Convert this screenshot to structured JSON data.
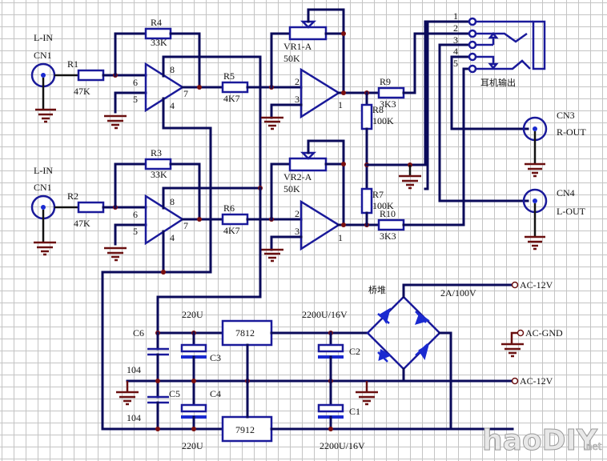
{
  "schematic": {
    "inputs": [
      {
        "net": "L-IN",
        "connector": "CN1"
      },
      {
        "net": "L-IN",
        "connector": "CN1"
      }
    ],
    "resistors": {
      "R1": {
        "label": "R1",
        "value": "47K"
      },
      "R2": {
        "label": "R2",
        "value": "47K"
      },
      "R3": {
        "label": "R3",
        "value": "33K"
      },
      "R4": {
        "label": "R4",
        "value": "33K"
      },
      "R5": {
        "label": "R5",
        "value": "4K7"
      },
      "R6": {
        "label": "R6",
        "value": "4K7"
      },
      "R7": {
        "label": "R7",
        "value": "100K"
      },
      "R8": {
        "label": "R8",
        "value": "100K"
      },
      "R9": {
        "label": "R9",
        "value": "3K3"
      },
      "R10": {
        "label": "R10",
        "value": "3K3"
      }
    },
    "pots": {
      "VR1": {
        "label": "VR1-A",
        "value": "50K"
      },
      "VR2": {
        "label": "VR2-A",
        "value": "50K"
      }
    },
    "opamp_pins": {
      "first_stage": [
        "8",
        "6",
        "5",
        "7",
        "4"
      ],
      "second_stage": [
        "2",
        "3",
        "1"
      ]
    },
    "jack": {
      "pins": [
        "1",
        "2",
        "3",
        "4",
        "5"
      ],
      "label": "耳机输出"
    },
    "outputs": [
      {
        "connector": "CN3",
        "net": "R-OUT"
      },
      {
        "connector": "CN4",
        "net": "L-OUT"
      }
    ],
    "power": {
      "regulators": [
        "7812",
        "7912"
      ],
      "capacitors": {
        "C1": {
          "label": "C1",
          "value": "2200U/16V"
        },
        "C2": {
          "label": "C2",
          "value": "2200U/16V"
        },
        "C3": {
          "label": "C3",
          "value": "220U"
        },
        "C4": {
          "label": "C4",
          "value": "220U"
        },
        "C5": {
          "label": "C5",
          "value": "104"
        },
        "C6": {
          "label": "C6",
          "value": "104"
        }
      },
      "bridge": {
        "label": "桥堆",
        "rating": "2A/100V"
      },
      "terminals": [
        "AC-12V",
        "AC-GND",
        "AC-12V"
      ]
    },
    "watermark": {
      "main": "haoDIY",
      "suffix": ".net"
    }
  }
}
